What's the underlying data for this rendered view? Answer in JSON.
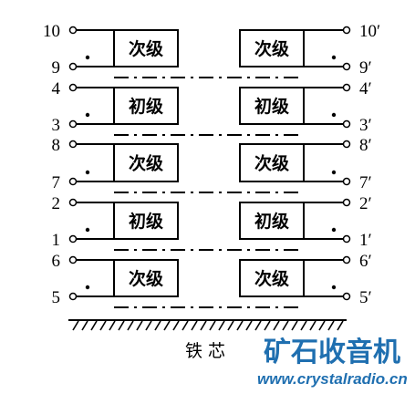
{
  "coils": [
    {
      "label": "次级",
      "left_top": "10",
      "left_bottom": "9",
      "right_top": "10′",
      "right_bottom": "9′"
    },
    {
      "label": "初级",
      "left_top": "4",
      "left_bottom": "3",
      "right_top": "4′",
      "right_bottom": "3′"
    },
    {
      "label": "次级",
      "left_top": "8",
      "left_bottom": "7",
      "right_top": "8′",
      "right_bottom": "7′"
    },
    {
      "label": "初级",
      "left_top": "2",
      "left_bottom": "1",
      "right_top": "2′",
      "right_bottom": "1′"
    },
    {
      "label": "次级",
      "left_top": "6",
      "left_bottom": "5",
      "right_top": "6′",
      "right_bottom": "5′"
    }
  ],
  "core_label": "铁 芯",
  "watermark": {
    "text": "矿石收音机",
    "url": "www.crystalradio.cn",
    "color": "#1f6fb0"
  }
}
